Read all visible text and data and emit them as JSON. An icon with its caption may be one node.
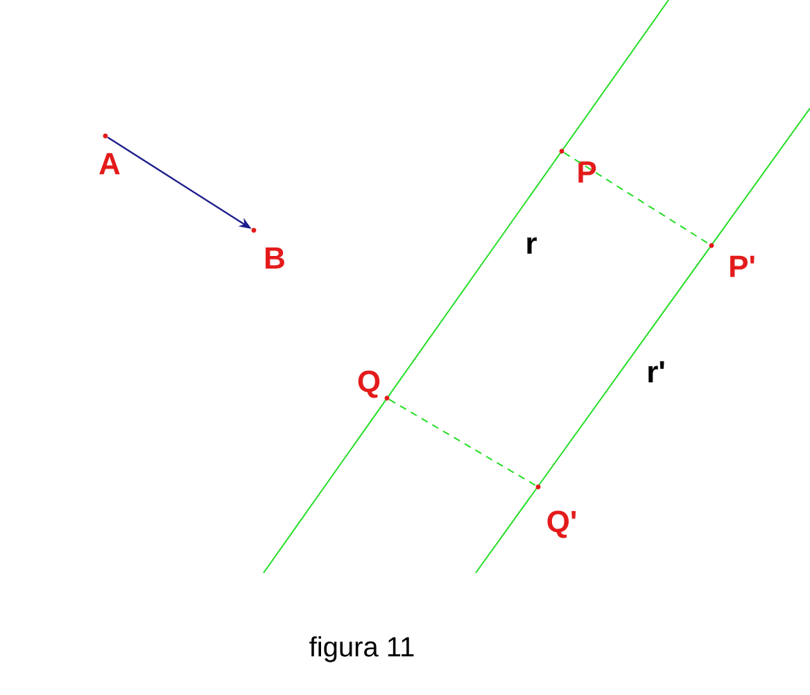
{
  "diagram": {
    "caption": "figura 11",
    "nodes": [
      {
        "text": [
          "A"
        ]
      },
      {
        "text": [
          "B"
        ]
      },
      {
        "text": [
          "P"
        ]
      },
      {
        "text": [
          "P'"
        ]
      },
      {
        "text": [
          "Q"
        ]
      },
      {
        "text": [
          "Q'"
        ]
      }
    ],
    "edges": [
      {
        "from": 0,
        "to": 1,
        "arrow": "to",
        "color": "#1c1c8c"
      },
      {
        "from": 2,
        "to": 3,
        "arrow": "none",
        "style": "dashed"
      },
      {
        "from": 4,
        "to": 5,
        "arrow": "none",
        "style": "dashed"
      }
    ],
    "labels": [
      "r",
      "r'"
    ]
  }
}
